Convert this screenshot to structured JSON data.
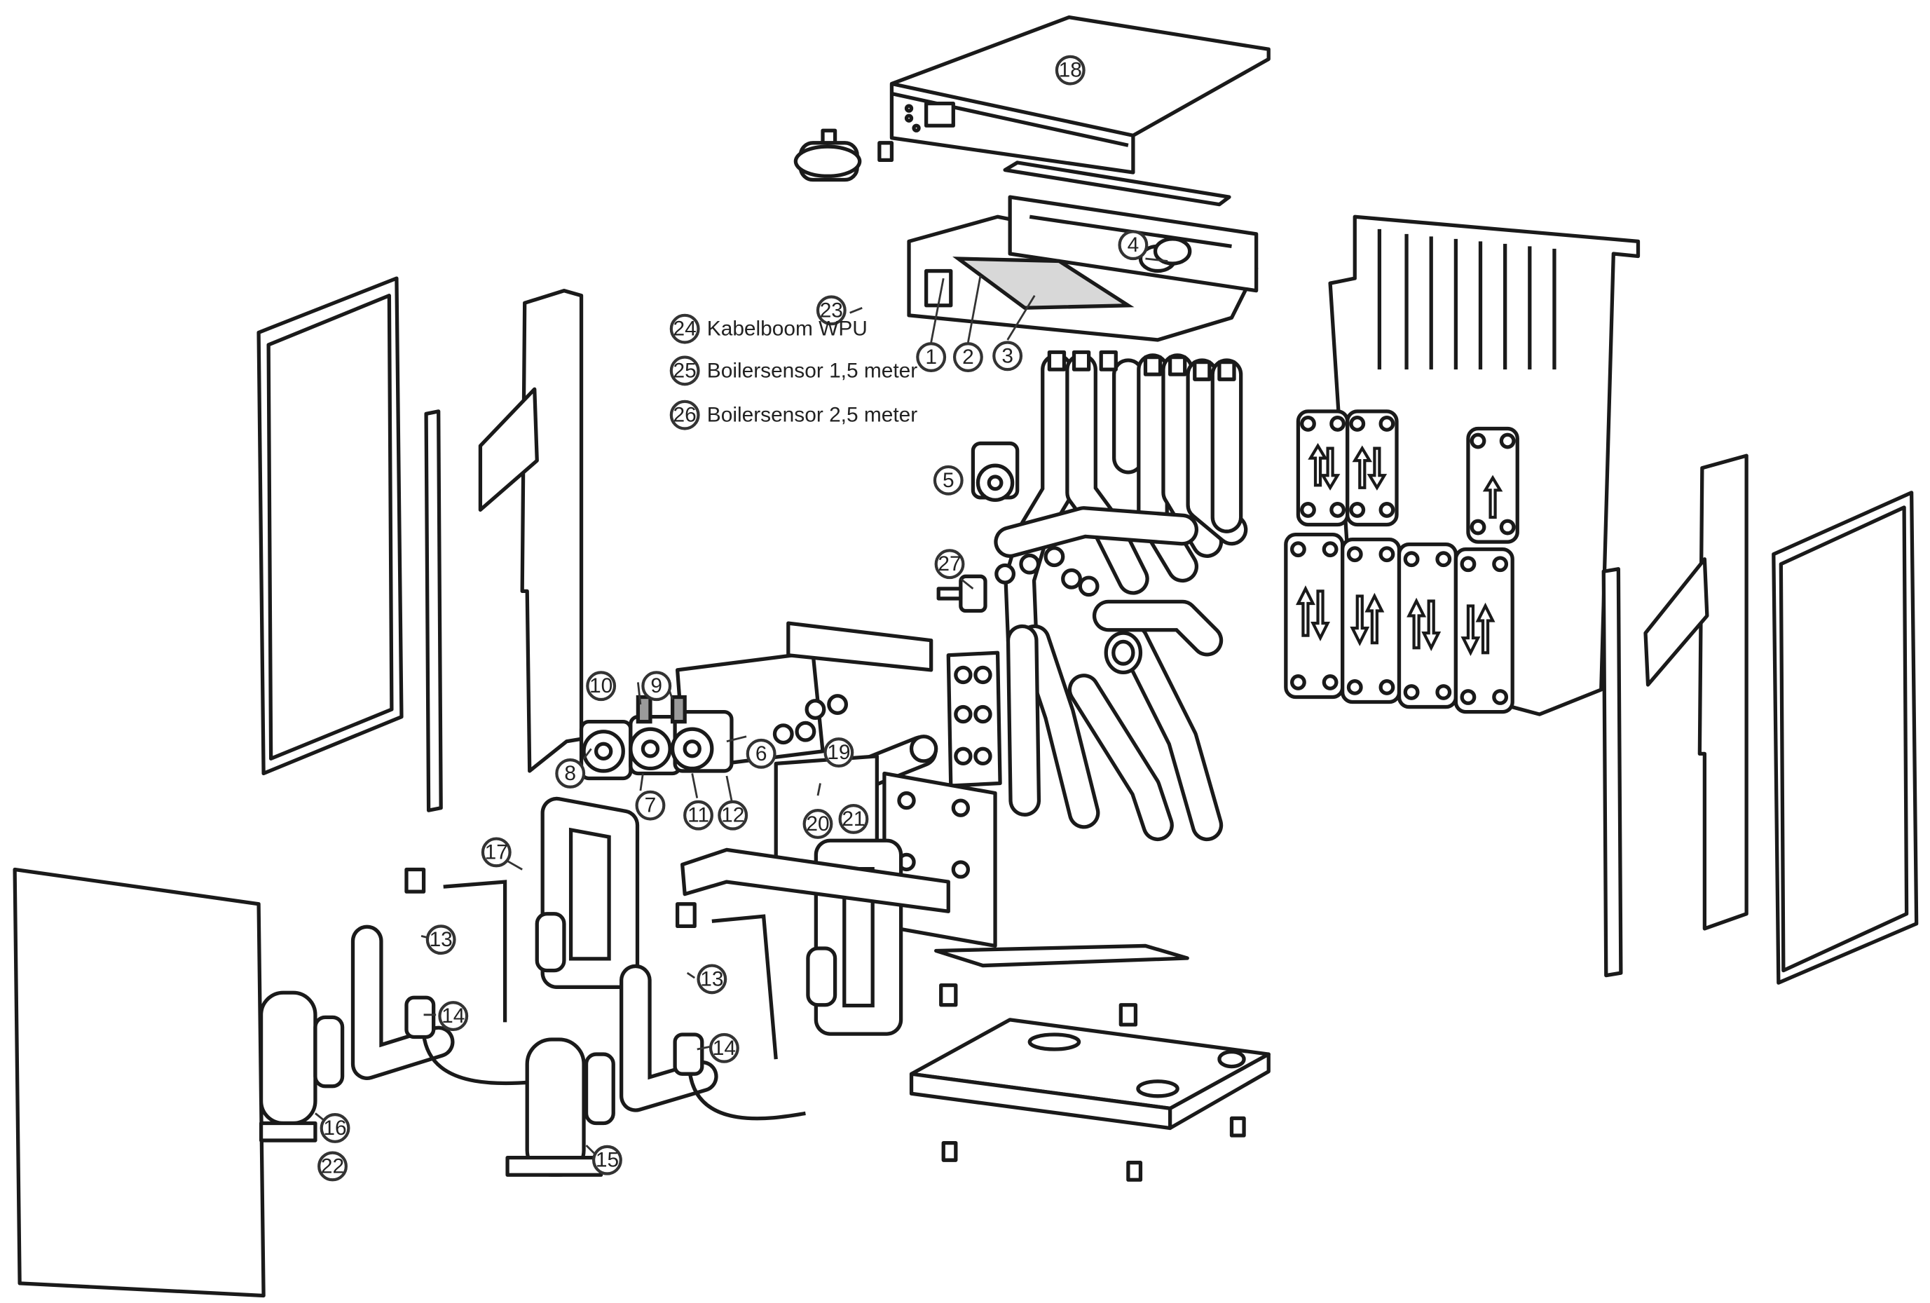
{
  "callouts": [
    {
      "id": "1",
      "label": "1"
    },
    {
      "id": "2",
      "label": "2"
    },
    {
      "id": "3",
      "label": "3"
    },
    {
      "id": "4",
      "label": "4"
    },
    {
      "id": "5",
      "label": "5"
    },
    {
      "id": "6",
      "label": "6"
    },
    {
      "id": "7",
      "label": "7"
    },
    {
      "id": "8",
      "label": "8"
    },
    {
      "id": "9",
      "label": "9"
    },
    {
      "id": "10",
      "label": "10"
    },
    {
      "id": "11",
      "label": "11"
    },
    {
      "id": "12",
      "label": "12"
    },
    {
      "id": "13a",
      "label": "13"
    },
    {
      "id": "13b",
      "label": "13"
    },
    {
      "id": "14a",
      "label": "14"
    },
    {
      "id": "14b",
      "label": "14"
    },
    {
      "id": "15",
      "label": "15"
    },
    {
      "id": "16",
      "label": "16"
    },
    {
      "id": "17",
      "label": "17"
    },
    {
      "id": "18",
      "label": "18"
    },
    {
      "id": "19",
      "label": "19"
    },
    {
      "id": "20",
      "label": "20"
    },
    {
      "id": "21",
      "label": "21"
    },
    {
      "id": "22",
      "label": "22"
    },
    {
      "id": "23",
      "label": "23"
    },
    {
      "id": "27",
      "label": "27"
    }
  ],
  "legend": [
    {
      "number": "24",
      "text": "Kabelboom WPU"
    },
    {
      "number": "25",
      "text": "Boilersensor 1,5 meter"
    },
    {
      "number": "26",
      "text": "Boilersensor 2,5 meter"
    }
  ]
}
